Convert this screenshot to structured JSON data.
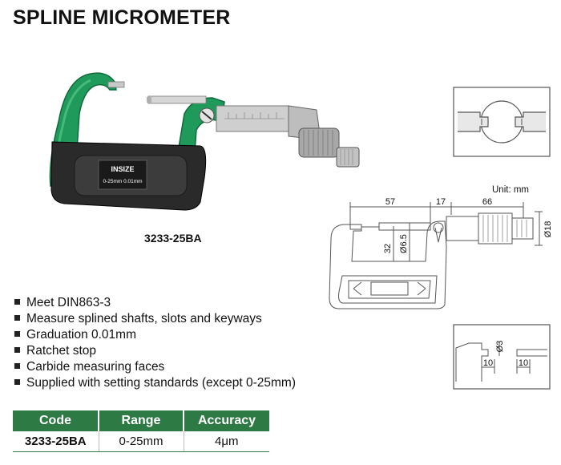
{
  "header": {
    "title": "SPLINE MICROMETER"
  },
  "product": {
    "model": "3233-25BA",
    "brand_mark": "INSIZE",
    "frame_marking": "0-25mm  0.01mm"
  },
  "features": [
    "Meet DIN863-3",
    "Measure splined shafts, slots and keyways",
    "Graduation 0.01mm",
    "Ratchet stop",
    "Carbide measuring faces",
    "Supplied with setting standards (except 0-25mm)"
  ],
  "spec_table": {
    "headers": [
      "Code",
      "Range",
      "Accuracy"
    ],
    "rows": [
      {
        "code": "3233-25BA",
        "range": "0-25mm",
        "accuracy": "4μm"
      }
    ]
  },
  "drawing": {
    "unit_note": "Unit: mm",
    "dims": {
      "length_a": "57",
      "length_b": "17",
      "length_c": "66",
      "height": "32",
      "spindle_dia": "Ø6.5",
      "thimble_dia": "Ø18"
    },
    "detail": {
      "tip_dia": "Ø3",
      "tip_len_left": "10",
      "tip_len_right": "10"
    }
  },
  "colors": {
    "frame_green": "#1f9a5a",
    "table_header_green": "#2d7a45",
    "drawing_line": "#555555"
  }
}
